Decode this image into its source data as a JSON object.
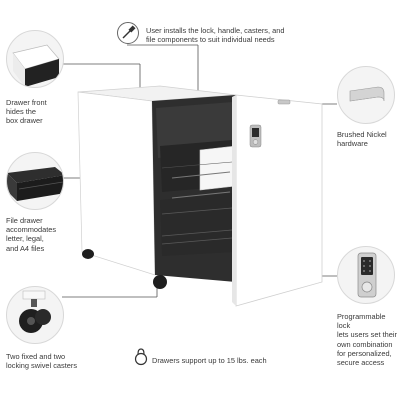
{
  "callouts": {
    "components": "User installs the lock, handle, casters, and\nfile components to suit individual needs",
    "drawer_front": "Drawer front\nhides the\nbox drawer",
    "hardware": "Brushed Nickel\nhardware",
    "file_drawer": "File drawer\naccommodates\nletter, legal,\nand A4 files",
    "lock": "Programmable lock\nlets users set their\nown combination\nfor personalized,\nsecure access",
    "casters": "Two fixed and two\nlocking swivel casters",
    "weight": "Drawers support up to 15 lbs. each"
  },
  "icons": {
    "components": "screwdriver-icon",
    "weight": "kettlebell-icon"
  },
  "colors": {
    "cabinet": "#ffffff",
    "drawer": "#2b2b2b",
    "line": "#555555",
    "circle_bg": "#f4f4f4"
  }
}
